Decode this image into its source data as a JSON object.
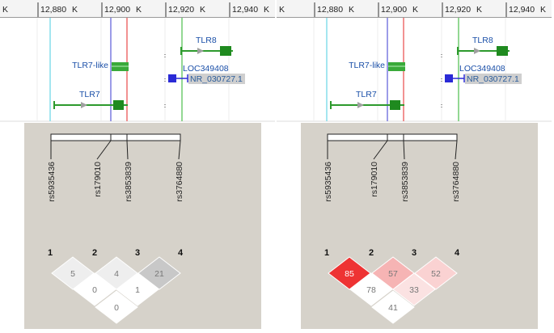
{
  "panels": [
    {
      "id": "left",
      "ruler": {
        "k_label": "K",
        "ticks": [
          "12,880",
          "12,900",
          "12,920",
          "12,940"
        ]
      },
      "genes": [
        {
          "name": "TLR8"
        },
        {
          "name": "TLR7-like"
        },
        {
          "name": "LOC349408"
        },
        {
          "name": "NR_030727.1"
        },
        {
          "name": "TLR7"
        }
      ],
      "snps": [
        "rs5935436",
        "rs179010",
        "rs3853839",
        "rs3764880"
      ],
      "markers": [
        "1",
        "2",
        "3",
        "4"
      ],
      "ld": {
        "pairs": [
          {
            "pair": "1-2",
            "value": "5",
            "color": "#eeeeee"
          },
          {
            "pair": "2-3",
            "value": "4",
            "color": "#eeeeee"
          },
          {
            "pair": "3-4",
            "value": "21",
            "color": "#c8c8c8"
          },
          {
            "pair": "1-3",
            "value": "0",
            "color": "#ffffff"
          },
          {
            "pair": "2-4",
            "value": "1",
            "color": "#ffffff"
          },
          {
            "pair": "1-4",
            "value": "0",
            "color": "#ffffff"
          }
        ]
      }
    },
    {
      "id": "right",
      "ruler": {
        "k_label": "K",
        "ticks": [
          "12,880",
          "12,900",
          "12,920",
          "12,940"
        ]
      },
      "genes": [
        {
          "name": "TLR8"
        },
        {
          "name": "TLR7-like"
        },
        {
          "name": "LOC349408"
        },
        {
          "name": "NR_030727.1"
        },
        {
          "name": "TLR7"
        }
      ],
      "snps": [
        "rs5935436",
        "rs179010",
        "rs3853839",
        "rs3764880"
      ],
      "markers": [
        "1",
        "2",
        "3",
        "4"
      ],
      "ld": {
        "pairs": [
          {
            "pair": "1-2",
            "value": "85",
            "color": "#ee3333"
          },
          {
            "pair": "2-3",
            "value": "57",
            "color": "#f6b4b4"
          },
          {
            "pair": "3-4",
            "value": "52",
            "color": "#fad2d2"
          },
          {
            "pair": "1-3",
            "value": "78",
            "color": "#ffffff"
          },
          {
            "pair": "2-4",
            "value": "33",
            "color": "#fbe2e2"
          },
          {
            "pair": "1-4",
            "value": "41",
            "color": "#ffffff"
          }
        ]
      }
    }
  ]
}
